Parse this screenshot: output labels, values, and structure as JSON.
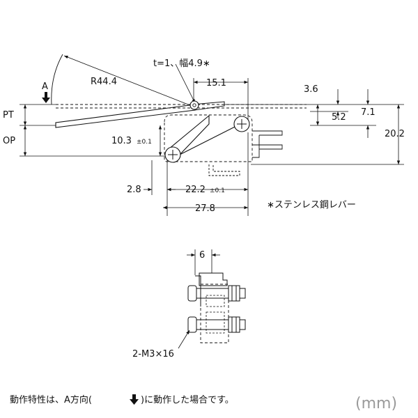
{
  "side_view": {
    "radius_label": "R44.4",
    "lever_label": "t=1、幅4.9∗",
    "dim_15_1": "15.1",
    "dim_3_6": "3.6",
    "dim_5_2": "5.2",
    "dim_7_1": "7.1",
    "dim_20_2": "20.2",
    "dim_10_3": "10.3",
    "tol_10_3": "±0.1",
    "dim_2_8": "2.8",
    "dim_22_2": "22.2",
    "tol_22_2": "±0.1",
    "dim_27_8": "27.8",
    "label_a": "A",
    "label_pt": "PT",
    "label_op": "OP",
    "material_note": "∗ステンレス鋼レバー"
  },
  "front_view": {
    "dim_6": "6",
    "screw_label": "2-M3×16"
  },
  "footer": {
    "note_prefix": "動作特性は、A方向(",
    "note_suffix": ")に動作した場合です。",
    "unit": "(mm)"
  }
}
